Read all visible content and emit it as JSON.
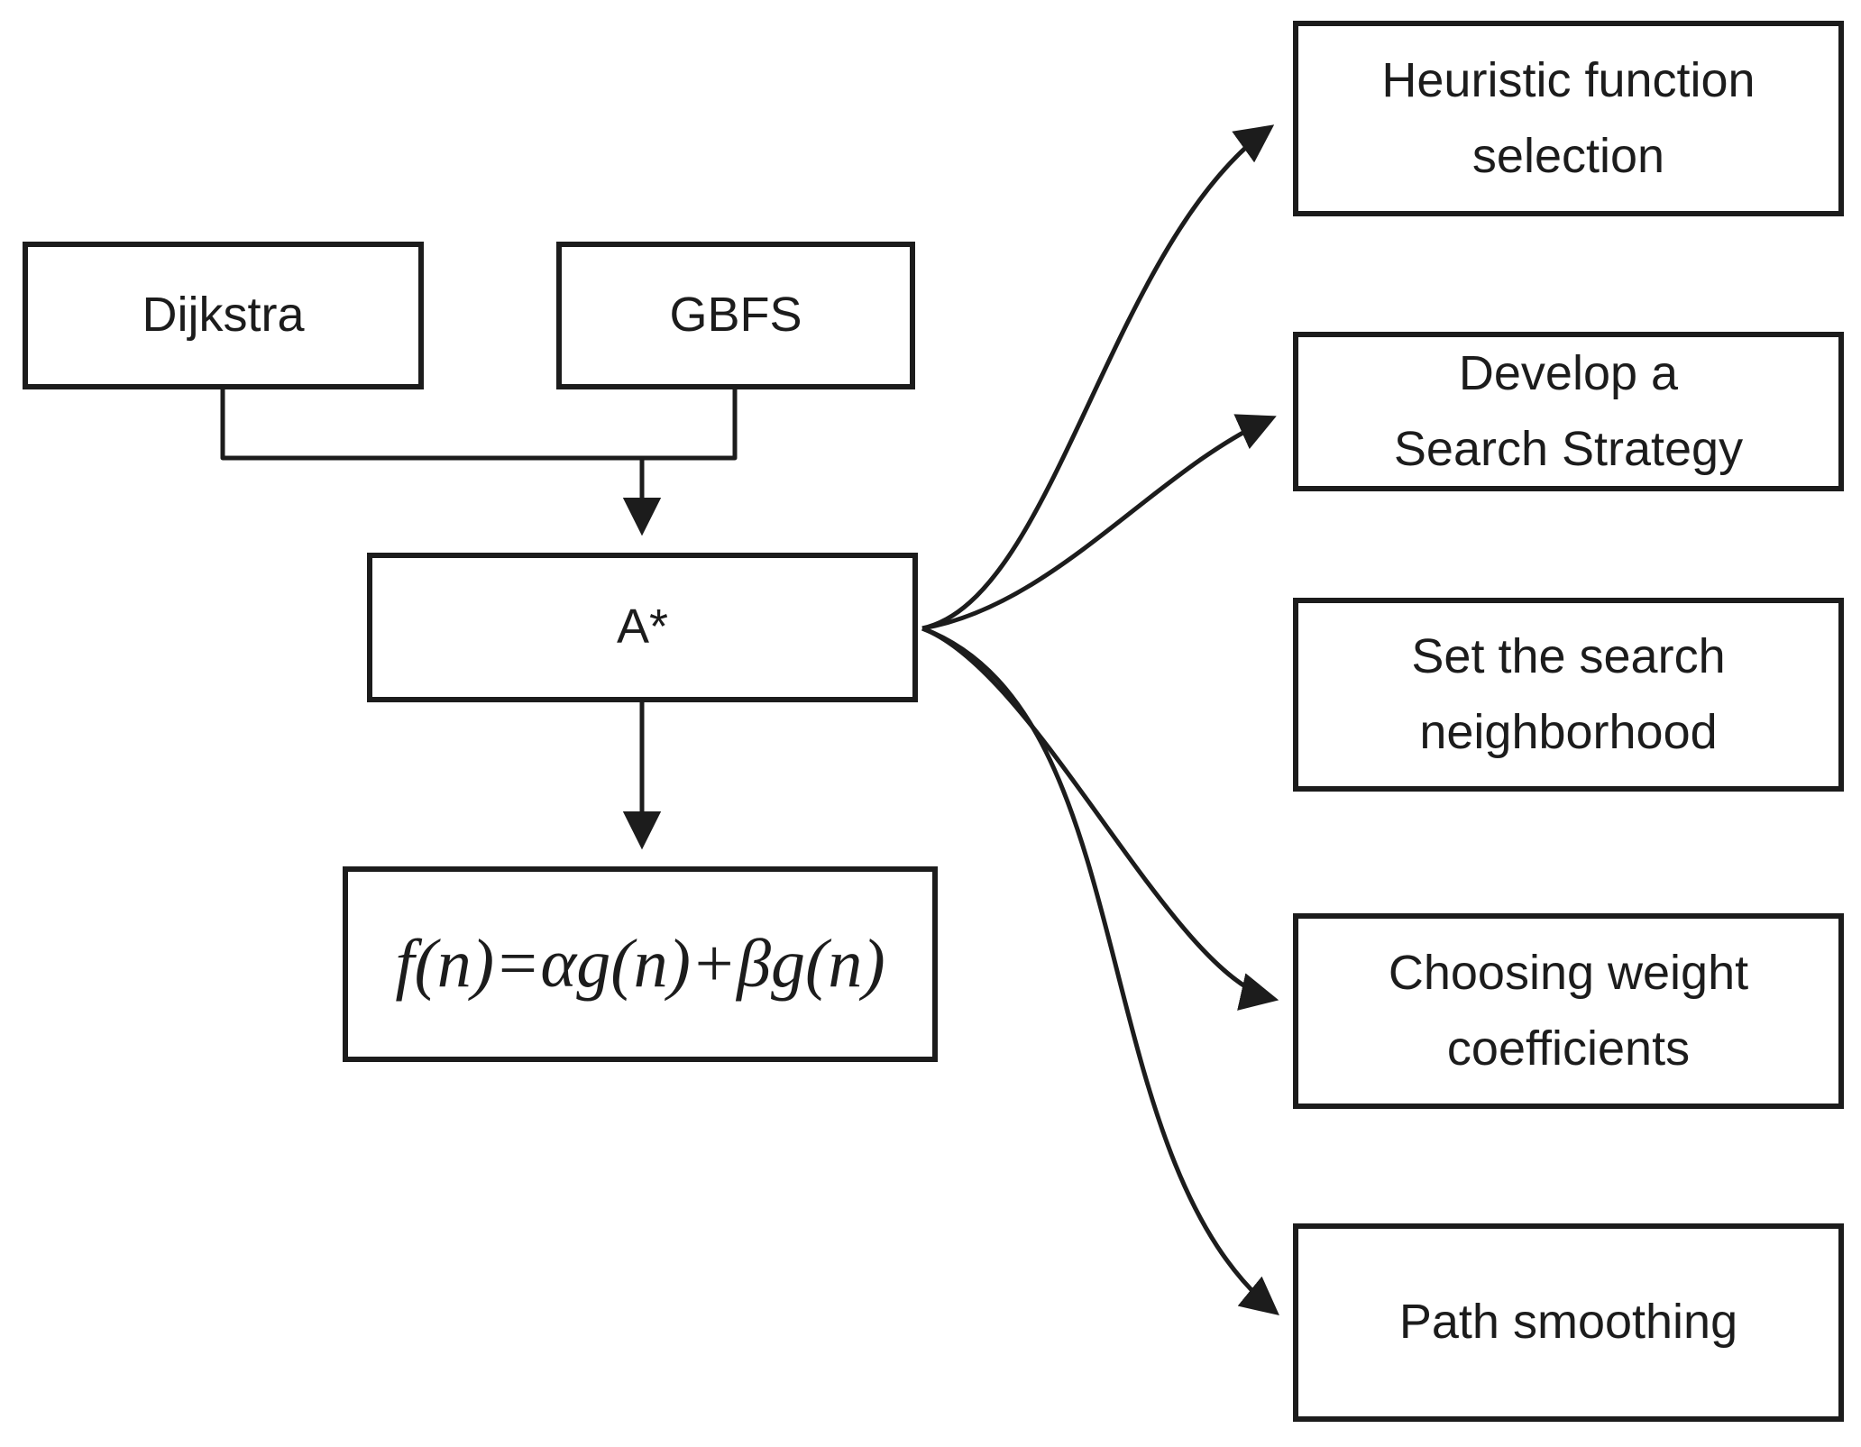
{
  "colors": {
    "stroke": "#1c1c1c",
    "background": "#ffffff"
  },
  "nodes": {
    "dijkstra": {
      "label": "Dijkstra"
    },
    "gbfs": {
      "label": "GBFS"
    },
    "astar": {
      "label": "A*"
    },
    "formula": {
      "label": "f(n)=αg(n)+βg(n)"
    },
    "heuristic": {
      "line1": "Heuristic function",
      "line2": "selection"
    },
    "strategy": {
      "line1": "Develop a",
      "line2": "Search Strategy"
    },
    "neighborhood": {
      "line1": "Set the search",
      "line2": "neighborhood"
    },
    "weights": {
      "line1": "Choosing weight",
      "line2": "coefficients"
    },
    "smoothing": {
      "label": "Path smoothing"
    }
  }
}
